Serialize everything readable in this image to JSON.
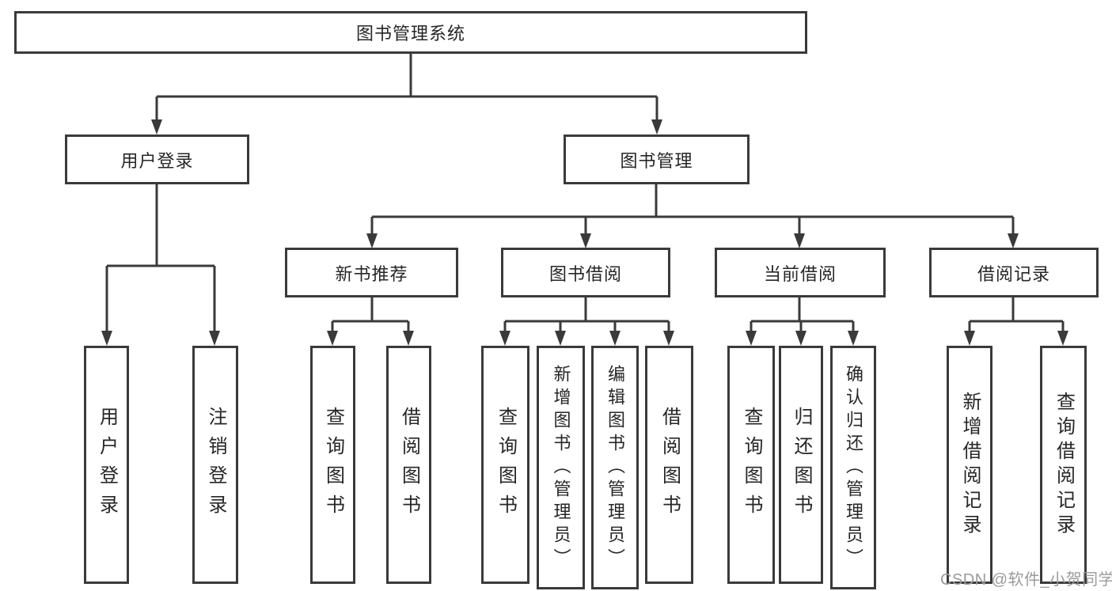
{
  "diagram": {
    "title_node": {
      "label": "图书管理系统"
    },
    "level2": [
      {
        "label": "用户登录"
      },
      {
        "label": "图书管理"
      }
    ],
    "level3": [
      {
        "label": "新书推荐"
      },
      {
        "label": "图书借阅"
      },
      {
        "label": "当前借阅"
      },
      {
        "label": "借阅记录"
      }
    ],
    "leaves": {
      "user_login": [
        "用户登录",
        "注销登录"
      ],
      "new_book": [
        "查询图书",
        "借阅图书"
      ],
      "book_borrow": [
        "查询图书",
        "新增图书（管理员）",
        "编辑图书（管理员）",
        "借阅图书"
      ],
      "current_borrow": [
        "查询图书",
        "归还图书",
        "确认归还（管理员）"
      ],
      "borrow_record": [
        "新增借阅记录",
        "查询借阅记录"
      ]
    },
    "colors": {
      "line": "#3a3a3a",
      "text": "#262626",
      "background": "#ffffff",
      "watermark": "#9b9b9b"
    }
  },
  "watermark": {
    "text": "CSDN @软件_小贺同学"
  }
}
